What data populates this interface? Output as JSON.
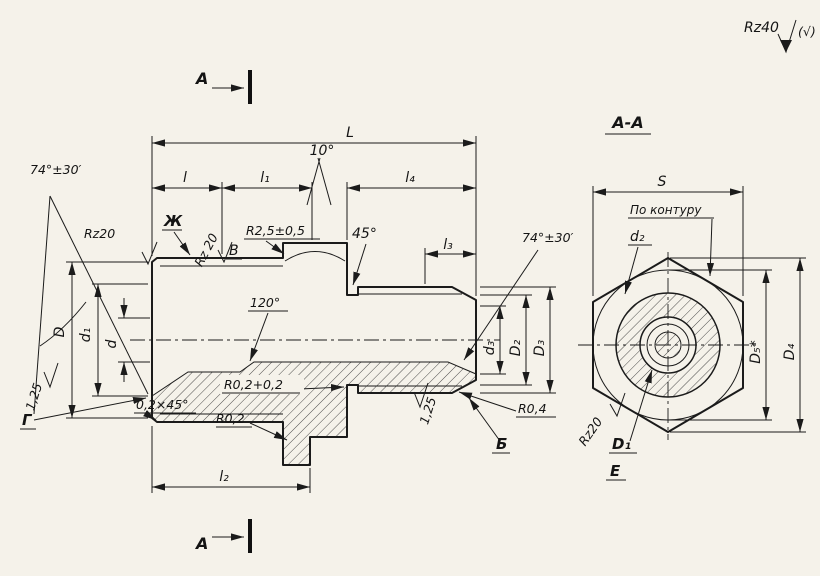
{
  "corner_note": {
    "rz40": "Rz40",
    "bracket_check": "(√)"
  },
  "main_view": {
    "cut_letter_top": "А",
    "cut_letter_bottom": "А",
    "dims": {
      "L": "L",
      "l": "l",
      "l1": "l₁",
      "l2": "l₂",
      "l3": "l₃",
      "l4": "l₄",
      "D": "D",
      "d": "d",
      "d1": "d₁",
      "d3": "d₃",
      "D2": "D₂",
      "D3": "D₃"
    },
    "angles": {
      "taper": "10°",
      "chamfer45": "45°",
      "cone120": "120°",
      "cone74_left": "74°±30′",
      "cone74_right": "74°±30′"
    },
    "roughness": {
      "rz20_left": "Rz20",
      "rz20_thread": "Rz 20",
      "ra125_left": "1,25",
      "ra125_right": "1,25"
    },
    "notes": {
      "r25": "R2,5±0,5",
      "r04": "R0,4",
      "r02": "R0,2",
      "r02_tol": "R0,2+0,2",
      "chamfer": "0,2×45°"
    },
    "surface_letters": {
      "zh": "Ж",
      "v": "В",
      "g": "Г",
      "b": "Б"
    }
  },
  "section_view": {
    "title": "А-А",
    "dims": {
      "S": "S",
      "d2": "d₂",
      "D5": "D₅*",
      "D4": "D₄",
      "D1": "D₁"
    },
    "note_contour": "По контуру",
    "roughness_rz20": "Rz20",
    "surface_letter_e": "Е"
  }
}
